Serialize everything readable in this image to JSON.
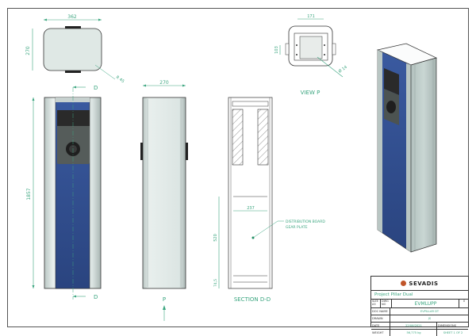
{
  "drawing": {
    "top_view": {
      "width_dim": "362",
      "depth_dim": "270",
      "radius_dim": "R 45"
    },
    "front_view": {
      "height_dim": "1857",
      "section_marker_top": "D",
      "section_marker_bottom": "D"
    },
    "side_view": {
      "width_dim": "270",
      "view_arrow_label": "P"
    },
    "view_p": {
      "title": "VIEW P",
      "width_dim": "171",
      "height_dim": "103",
      "hole_dim": "Ø 14"
    },
    "section_view": {
      "title": "SECTION D-D",
      "width_dim": "237",
      "height_dim": "520",
      "bottom_dim": "74,5",
      "callout_line1": "DISTRIBUTION BOARD",
      "callout_line2": "GEAR PLATE"
    },
    "iso_view": {
      "label": ""
    }
  },
  "title_block": {
    "company": "SEVADIS",
    "project": "Project Pillar Dual",
    "size_label": "SIZE A3",
    "dwg_no_label": "DWG NO",
    "drawing_code": "EVMLUPP",
    "rev_label": "REV",
    "rev_value": "0",
    "rows": [
      {
        "label": "DOC NAME",
        "value": "EVPILLAR DT",
        "extra_label": "",
        "extra_value": ""
      },
      {
        "label": "DRAWN",
        "value": "JS",
        "extra_label": "",
        "extra_value": ""
      },
      {
        "label": "DATE",
        "value": "22/06/2021",
        "extra_label": "DIMENSIONS",
        "extra_value": "mm"
      },
      {
        "label": "WEIGHT",
        "value": "56,775 kg",
        "extra_label": "SHEET 1 OF 2",
        "extra_value": ""
      }
    ]
  },
  "colors": {
    "dimension_green": "#3aa57f",
    "panel_blue": "#2c4a8a",
    "housing_gray": "#dfe7e5",
    "logo_orange": "#c0552a"
  }
}
